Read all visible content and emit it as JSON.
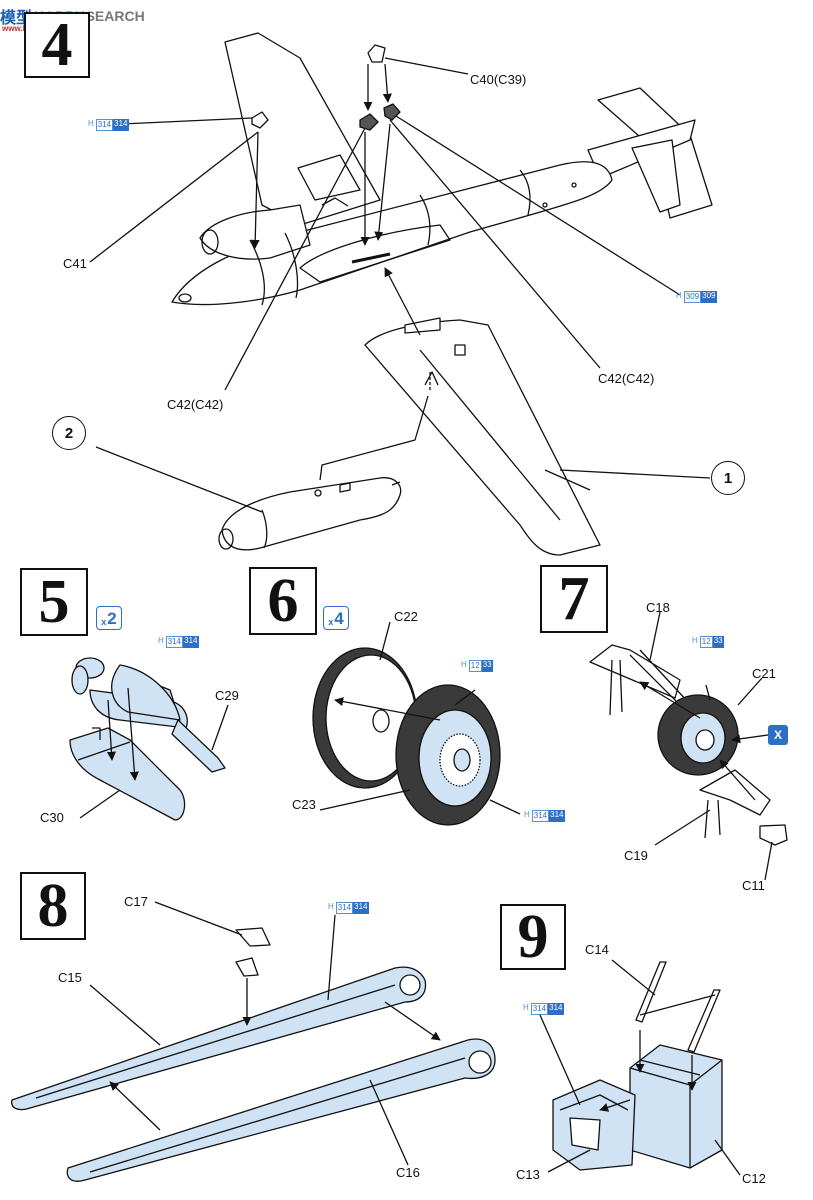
{
  "watermark": {
    "chinese": "模型",
    "brand_a": "HOBBY",
    "brand_b": "SEARCH",
    "url": "www.hobby-shop.com"
  },
  "steps": {
    "s4": "4",
    "s5": "5",
    "s6": "6",
    "s7": "7",
    "s8": "8",
    "s9": "9"
  },
  "multipliers": {
    "s5": {
      "x": "x",
      "n": "2"
    },
    "s6": {
      "x": "x",
      "n": "4"
    }
  },
  "callouts": {
    "c1": "1",
    "c2": "2"
  },
  "decal_mark": "X",
  "labels": {
    "c40": "C40(C39)",
    "c41": "C41",
    "c42a": "C42(C42)",
    "c42b": "C42(C42)",
    "c29": "C29",
    "c30": "C30",
    "c22": "C22",
    "c23": "C23",
    "c18": "C18",
    "c21": "C21",
    "c19": "C19",
    "c11": "C11",
    "c17": "C17",
    "c15": "C15",
    "c16": "C16",
    "c14": "C14",
    "c13": "C13",
    "c12": "C12"
  },
  "paint_codes": {
    "p1": {
      "pre": "H",
      "a": "314",
      "b": "314"
    },
    "p2": {
      "pre": "H",
      "a": "309",
      "b": "309"
    },
    "p3": {
      "pre": "H",
      "a": "314",
      "b": "314"
    },
    "p4": {
      "pre": "H",
      "a": "12",
      "b": "33"
    },
    "p5": {
      "pre": "H",
      "a": "314",
      "b": "314"
    },
    "p6": {
      "pre": "H",
      "a": "12",
      "b": "33"
    },
    "p7": {
      "pre": "H",
      "a": "314",
      "b": "314"
    },
    "p8": {
      "pre": "H",
      "a": "314",
      "b": "314"
    }
  },
  "colors": {
    "line": "#111111",
    "part_fill": "#cfe3f4",
    "tyre": "#3a3a3a",
    "accent": "#2d6fc4"
  }
}
